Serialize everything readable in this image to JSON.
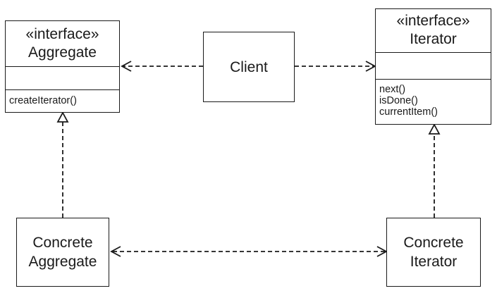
{
  "aggregate": {
    "stereotype": "«interface»",
    "name": "Aggregate",
    "operations": [
      "createIterator()"
    ]
  },
  "iterator": {
    "stereotype": "«interface»",
    "name": "Iterator",
    "operations": [
      "next()",
      "isDone()",
      "currentItem()"
    ]
  },
  "client": {
    "name": "Client"
  },
  "concrete_aggregate": {
    "line1": "Concrete",
    "line2": "Aggregate"
  },
  "concrete_iterator": {
    "line1": "Concrete",
    "line2": "Iterator"
  },
  "relationships": [
    {
      "from": "Client",
      "to": "Aggregate",
      "kind": "dependency"
    },
    {
      "from": "Client",
      "to": "Iterator",
      "kind": "dependency"
    },
    {
      "from": "Concrete Aggregate",
      "to": "Aggregate",
      "kind": "realization"
    },
    {
      "from": "Concrete Iterator",
      "to": "Iterator",
      "kind": "realization"
    },
    {
      "from": "Concrete Aggregate",
      "to": "Concrete Iterator",
      "kind": "bidirectional dependency"
    }
  ],
  "colors": {
    "line": "#1a1a1a",
    "background": "#ffffff"
  }
}
